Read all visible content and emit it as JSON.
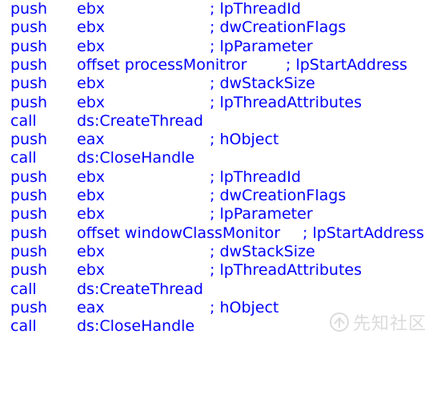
{
  "listing": {
    "lines": [
      {
        "mnemonic": "push",
        "operand": "ebx",
        "comment": "; lpThreadId"
      },
      {
        "mnemonic": "push",
        "operand": "ebx",
        "comment": "; dwCreationFlags"
      },
      {
        "mnemonic": "push",
        "operand": "ebx",
        "comment": "; lpParameter"
      },
      {
        "mnemonic": "push",
        "operand": "offset processMonitror",
        "comment": "; lpStartAddress"
      },
      {
        "mnemonic": "push",
        "operand": "ebx",
        "comment": "; dwStackSize"
      },
      {
        "mnemonic": "push",
        "operand": "ebx",
        "comment": "; lpThreadAttributes"
      },
      {
        "mnemonic": "call",
        "operand": "ds:CreateThread",
        "comment": ""
      },
      {
        "mnemonic": "push",
        "operand": "eax",
        "comment": "; hObject"
      },
      {
        "mnemonic": "call",
        "operand": "ds:CloseHandle",
        "comment": ""
      },
      {
        "mnemonic": "push",
        "operand": "ebx",
        "comment": "; lpThreadId"
      },
      {
        "mnemonic": "push",
        "operand": "ebx",
        "comment": "; dwCreationFlags"
      },
      {
        "mnemonic": "push",
        "operand": "ebx",
        "comment": "; lpParameter"
      },
      {
        "mnemonic": "push",
        "operand": "offset windowClassMonitor",
        "comment": "; lpStartAddress"
      },
      {
        "mnemonic": "push",
        "operand": "ebx",
        "comment": "; dwStackSize"
      },
      {
        "mnemonic": "push",
        "operand": "ebx",
        "comment": "; lpThreadAttributes"
      },
      {
        "mnemonic": "call",
        "operand": "ds:CreateThread",
        "comment": ""
      },
      {
        "mnemonic": "push",
        "operand": "eax",
        "comment": "; hObject"
      },
      {
        "mnemonic": "call",
        "operand": "ds:CloseHandle",
        "comment": ""
      }
    ]
  },
  "colors": {
    "text": "#0000ff",
    "background": "#ffffff",
    "watermark": "#9a9a9a"
  },
  "watermark": {
    "text": "先知社区",
    "icon": "xianzhi-logo-icon"
  }
}
